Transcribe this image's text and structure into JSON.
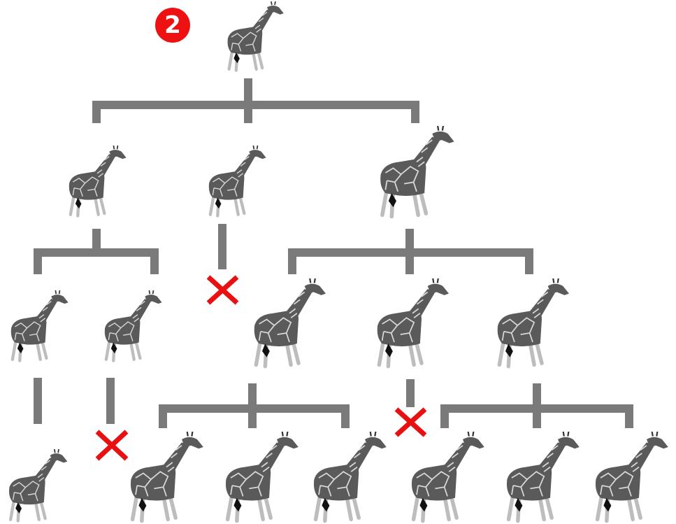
{
  "badge": {
    "number": "2",
    "color": "#ee1111"
  },
  "colors": {
    "connector": "#7a7a7a",
    "cross": "#e81010",
    "giraffe_patch": "#4a4a4a",
    "giraffe_line": "#d8d8d8"
  },
  "tree": {
    "generations": [
      {
        "level": 1,
        "giraffes": [
          "root"
        ]
      },
      {
        "level": 2,
        "giraffes": [
          "g2a",
          "g2b",
          "g2c"
        ]
      },
      {
        "level": 3,
        "giraffes": [
          "g3a",
          "g3b",
          "g3c",
          "g3d",
          "g3e"
        ]
      },
      {
        "level": 4,
        "giraffes": [
          "g4a",
          "g4b",
          "g4c",
          "g4d",
          "g4e",
          "g4f",
          "g4g"
        ]
      }
    ],
    "extinct_lineages": [
      "g2b",
      "g3b",
      "g3d"
    ]
  }
}
